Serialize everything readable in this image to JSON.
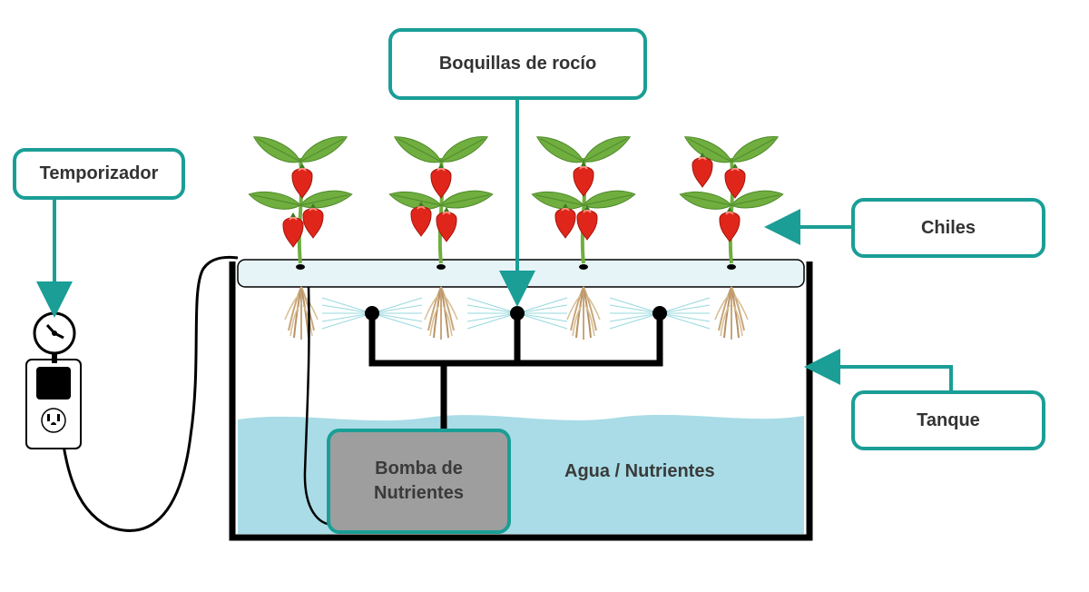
{
  "labels": {
    "nozzles": "Boquillas de rocío",
    "timer": "Temporizador",
    "chiles": "Chiles",
    "tank": "Tanque",
    "pump": "Bomba de Nutrientes",
    "water": "Agua / Nutrientes"
  },
  "colors": {
    "accent": "#1a9e96",
    "water": "#a9dce6",
    "pipe": "#000000",
    "leaf": "#6fae3f",
    "pepper": "#e0261b",
    "root": "#c9a77a",
    "pump": "#9e9e9e"
  },
  "icons": {
    "timer": "dial-timer-icon",
    "outlet": "wall-outlet-icon",
    "plant": "chili-plant-icon",
    "roots": "root-icon",
    "nozzle": "spray-nozzle-icon"
  }
}
